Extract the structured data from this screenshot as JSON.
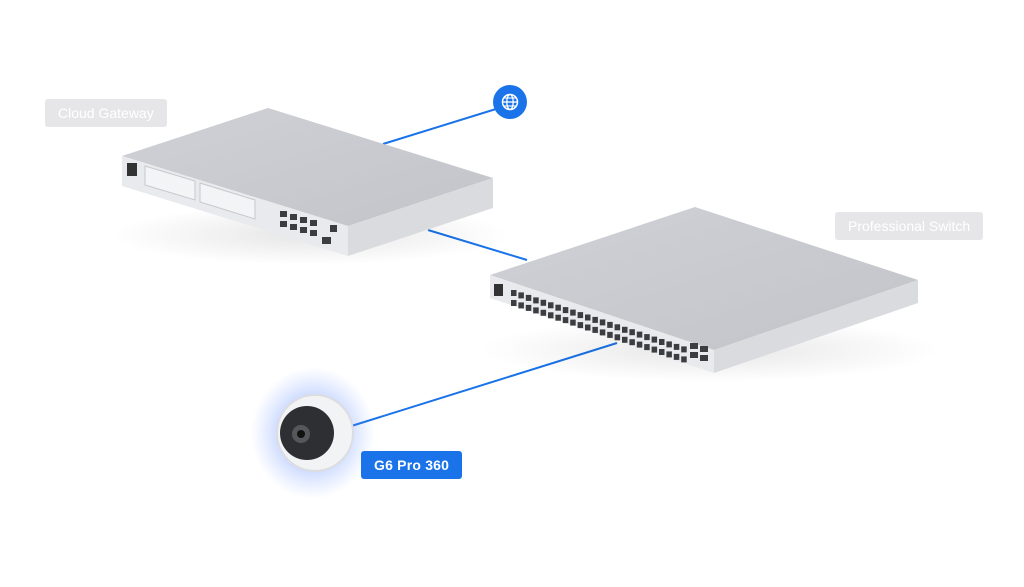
{
  "devices": {
    "gateway": {
      "label": "Cloud Gateway"
    },
    "switch": {
      "label": "Professional Switch"
    },
    "camera": {
      "label": "G6 Pro 360"
    },
    "internet": {
      "icon": "globe-icon"
    }
  },
  "colors": {
    "link": "#1a73e8",
    "accent": "#1a73e8",
    "label_grey": "#e6e6e9",
    "device_body": "#d3d5d9"
  }
}
